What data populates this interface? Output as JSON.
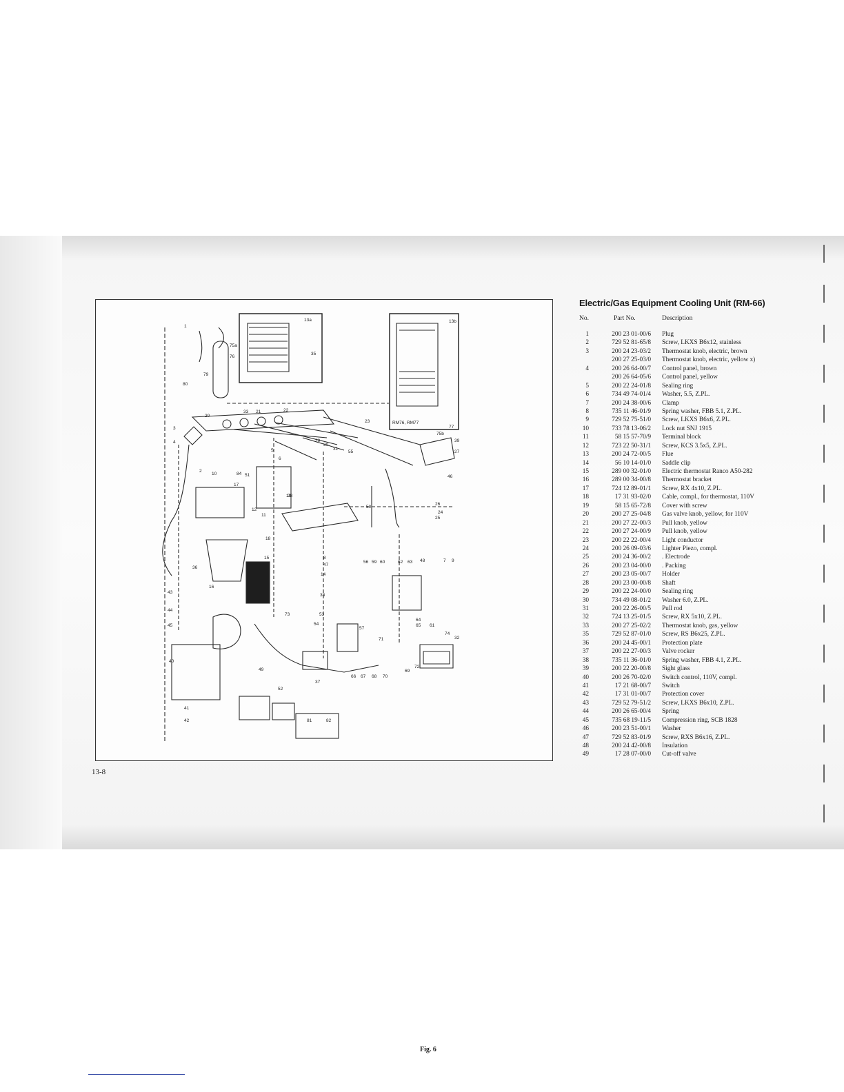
{
  "title": "Electric/Gas Equipment Cooling Unit (RM-66)",
  "columns": {
    "no": "No.",
    "part": "Part No.",
    "description": "Description"
  },
  "figure_caption": "Fig. 6",
  "page_number": "13-8",
  "parts": [
    {
      "no": "1",
      "part": "200 23 01-00/6",
      "desc": "Plug"
    },
    {
      "no": "2",
      "part": "729 52 81-65/8",
      "desc": "Screw, LKXS B6x12, stainless"
    },
    {
      "no": "3",
      "part": "200 24 23-03/2",
      "desc": "Thermostat knob, electric, brown"
    },
    {
      "no": "",
      "part": "200 27 25-03/0",
      "desc": "Thermostat knob, electric, yellow   x)"
    },
    {
      "no": "4",
      "part": "200 26 64-00/7",
      "desc": "Control panel, brown"
    },
    {
      "no": "",
      "part": "200 26 64-05/6",
      "desc": "Control panel, yellow"
    },
    {
      "no": "5",
      "part": "200 22 24-01/8",
      "desc": "Sealing ring"
    },
    {
      "no": "6",
      "part": "734 49 74-01/4",
      "desc": "Washer, 5.5, Z.PL."
    },
    {
      "no": "7",
      "part": "200 24 38-00/6",
      "desc": "Clamp"
    },
    {
      "no": "8",
      "part": "735 11 46-01/9",
      "desc": "Spring washer, FBB 5.1, Z.PL."
    },
    {
      "no": "9",
      "part": "729 52 75-51/0",
      "desc": "Screw, LKXS B6x6, Z.PL."
    },
    {
      "no": "10",
      "part": "733 78 13-06/2",
      "desc": "Lock nut SNJ 1915"
    },
    {
      "no": "11",
      "part": "58 15 57-70/9",
      "desc": "Terminal block"
    },
    {
      "no": "12",
      "part": "723 22 50-31/1",
      "desc": "Screw, KCS 3.5x5, Z.PL."
    },
    {
      "no": "13",
      "part": "200 24 72-00/5",
      "desc": "Flue"
    },
    {
      "no": "14",
      "part": "56 10 14-01/0",
      "desc": "Saddle clip"
    },
    {
      "no": "15",
      "part": "289 00 32-01/0",
      "desc": "Electric thermostat Ranco A50-282"
    },
    {
      "no": "16",
      "part": "289 00 34-00/8",
      "desc": "Thermostat bracket"
    },
    {
      "no": "17",
      "part": "724 12 89-01/1",
      "desc": "Screw, RX 4x10, Z.PL."
    },
    {
      "no": "18",
      "part": "17 31 93-02/0",
      "desc": "Cable, compl., for thermostat, 110V"
    },
    {
      "no": "19",
      "part": "58 15 65-72/8",
      "desc": "Cover with screw"
    },
    {
      "no": "20",
      "part": "200 27 25-04/8",
      "desc": "Gas valve knob, yellow, for 110V"
    },
    {
      "no": "21",
      "part": "200 27 22-00/3",
      "desc": "Pull knob, yellow"
    },
    {
      "no": "22",
      "part": "200 27 24-00/9",
      "desc": "Pull knob, yellow"
    },
    {
      "no": "23",
      "part": "200 22 22-00/4",
      "desc": "Light conductor"
    },
    {
      "no": "24",
      "part": "200 26 09-03/6",
      "desc": "Lighter Piezo, compl."
    },
    {
      "no": "25",
      "part": "200 24 36-00/2",
      "desc": ". Electrode"
    },
    {
      "no": "26",
      "part": "200 23 04-00/0",
      "desc": ". Packing"
    },
    {
      "no": "27",
      "part": "200 23 05-00/7",
      "desc": "Holder"
    },
    {
      "no": "28",
      "part": "200 23 00-00/8",
      "desc": "Shaft"
    },
    {
      "no": "29",
      "part": "200 22 24-00/0",
      "desc": "Sealing ring"
    },
    {
      "no": "30",
      "part": "734 49 08-01/2",
      "desc": "Washer 6.0, Z.PL."
    },
    {
      "no": "31",
      "part": "200 22 26-00/5",
      "desc": "Pull rod"
    },
    {
      "no": "32",
      "part": "724 13 25-01/5",
      "desc": "Screw, RX 5x10, Z.PL."
    },
    {
      "no": "33",
      "part": "200 27 25-02/2",
      "desc": "Thermostat knob, gas, yellow"
    },
    {
      "no": "35",
      "part": "729 52 87-01/0",
      "desc": "Screw, RS B6x25, Z.PL."
    },
    {
      "no": "36",
      "part": "200 24 45-00/1",
      "desc": "Protection plate"
    },
    {
      "no": "37",
      "part": "200 22 27-00/3",
      "desc": "Valve rocker"
    },
    {
      "no": "38",
      "part": "735 11 36-01/0",
      "desc": "Spring washer, FBB 4.1, Z.PL."
    },
    {
      "no": "39",
      "part": "200 22 20-00/8",
      "desc": "Sight glass"
    },
    {
      "no": "40",
      "part": "200 26 70-02/0",
      "desc": "Switch control, 110V, compl."
    },
    {
      "no": "41",
      "part": "17 21 68-00/7",
      "desc": "Switch"
    },
    {
      "no": "42",
      "part": "17 31 01-00/7",
      "desc": "Protection cover"
    },
    {
      "no": "43",
      "part": "729 52 79-51/2",
      "desc": "Screw, LKXS B6x10, Z.PL."
    },
    {
      "no": "44",
      "part": "200 26 65-00/4",
      "desc": "Spring"
    },
    {
      "no": "45",
      "part": "735 68 19-11/5",
      "desc": "Compression ring, SCB 1828"
    },
    {
      "no": "46",
      "part": "200 23 51-00/1",
      "desc": "Washer"
    },
    {
      "no": "47",
      "part": "729 52 83-01/9",
      "desc": "Screw, RXS B6x16, Z.PL."
    },
    {
      "no": "48",
      "part": "200 24 42-00/8",
      "desc": "Insulation"
    },
    {
      "no": "49",
      "part": "17 28 07-00/0",
      "desc": "Cut-off valve"
    }
  ],
  "diagram_labels": {
    "inset_a": "13a",
    "inset_b": "13b",
    "rm_models": "RM76, RM77",
    "callouts": [
      "1",
      "2",
      "3",
      "4",
      "5",
      "6",
      "7",
      "8",
      "9",
      "10",
      "11",
      "12",
      "14",
      "15",
      "16",
      "17",
      "18",
      "19",
      "20",
      "21",
      "22",
      "23",
      "24",
      "25",
      "26",
      "27",
      "28",
      "29",
      "30",
      "31",
      "32",
      "33",
      "35",
      "36",
      "37",
      "38",
      "39",
      "40",
      "41",
      "42",
      "43",
      "44",
      "45",
      "46",
      "47",
      "48",
      "49",
      "50",
      "51",
      "52",
      "53",
      "54",
      "55",
      "56",
      "57",
      "59",
      "60",
      "61",
      "62",
      "63",
      "64",
      "65",
      "66",
      "67",
      "68",
      "69",
      "70",
      "71",
      "72",
      "73",
      "74",
      "75a",
      "75b",
      "76",
      "77",
      "79",
      "80",
      "81",
      "82",
      "84"
    ]
  }
}
